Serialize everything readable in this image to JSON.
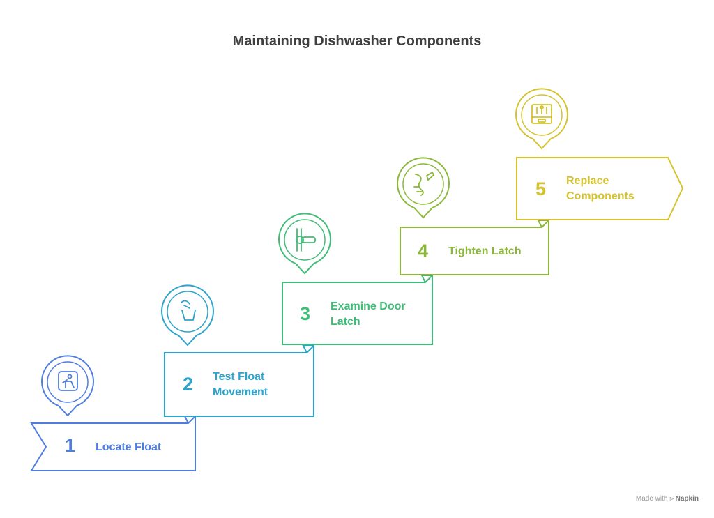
{
  "title": "Maintaining Dishwasher Components",
  "steps": [
    {
      "number": "1",
      "label": "Locate Float",
      "color": "#4f7de0",
      "icon": "person-float-icon"
    },
    {
      "number": "2",
      "label": "Test Float Movement",
      "color": "#2ea3cc",
      "icon": "float-test-icon"
    },
    {
      "number": "3",
      "label": "Examine Door Latch",
      "color": "#3fbd78",
      "icon": "door-latch-icon"
    },
    {
      "number": "4",
      "label": "Tighten Latch",
      "color": "#8bb83b",
      "icon": "wrench-tighten-icon"
    },
    {
      "number": "5",
      "label": "Replace Components",
      "color": "#d4c22e",
      "icon": "toolbox-icon"
    }
  ],
  "footer": {
    "prefix": "Made with",
    "brand": "Napkin"
  }
}
